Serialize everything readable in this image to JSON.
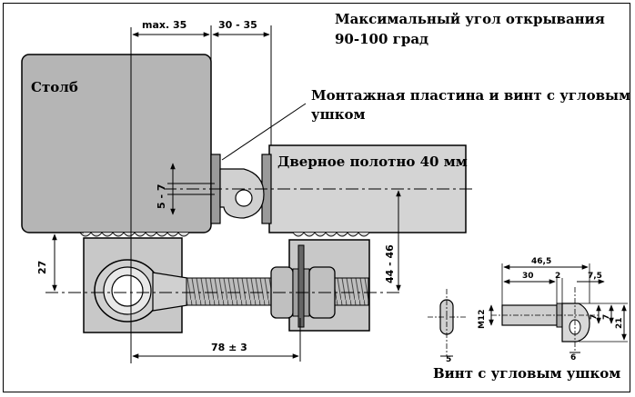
{
  "annotations": {
    "title_line1": "Максимальный угол открывания",
    "title_line2": "90-100 град",
    "plate_line1": "Монтажная пластина и винт с угловым",
    "plate_line2": "ушком",
    "door": "Дверное полотно 40 мм",
    "post": "Столб",
    "screw_caption": "Винт с угловым ушком"
  },
  "dimensions": {
    "max35": "max. 35",
    "range3035": "30 - 35",
    "range57": "5 - 7",
    "d27": "27",
    "range4446": "44 - 46",
    "d78": "78 ± 3",
    "d465": "46,5",
    "d30": "30",
    "d2": "2",
    "d75": "7,5",
    "m12": "M12",
    "d7a": "7",
    "d7b": "7",
    "d21": "21",
    "d5": "5",
    "d6": "6"
  },
  "colors": {
    "post_fill": "#b5b5b5",
    "body_fill": "#d4d4d4",
    "metal_fill": "#c8c8c8",
    "line": "#000000"
  }
}
